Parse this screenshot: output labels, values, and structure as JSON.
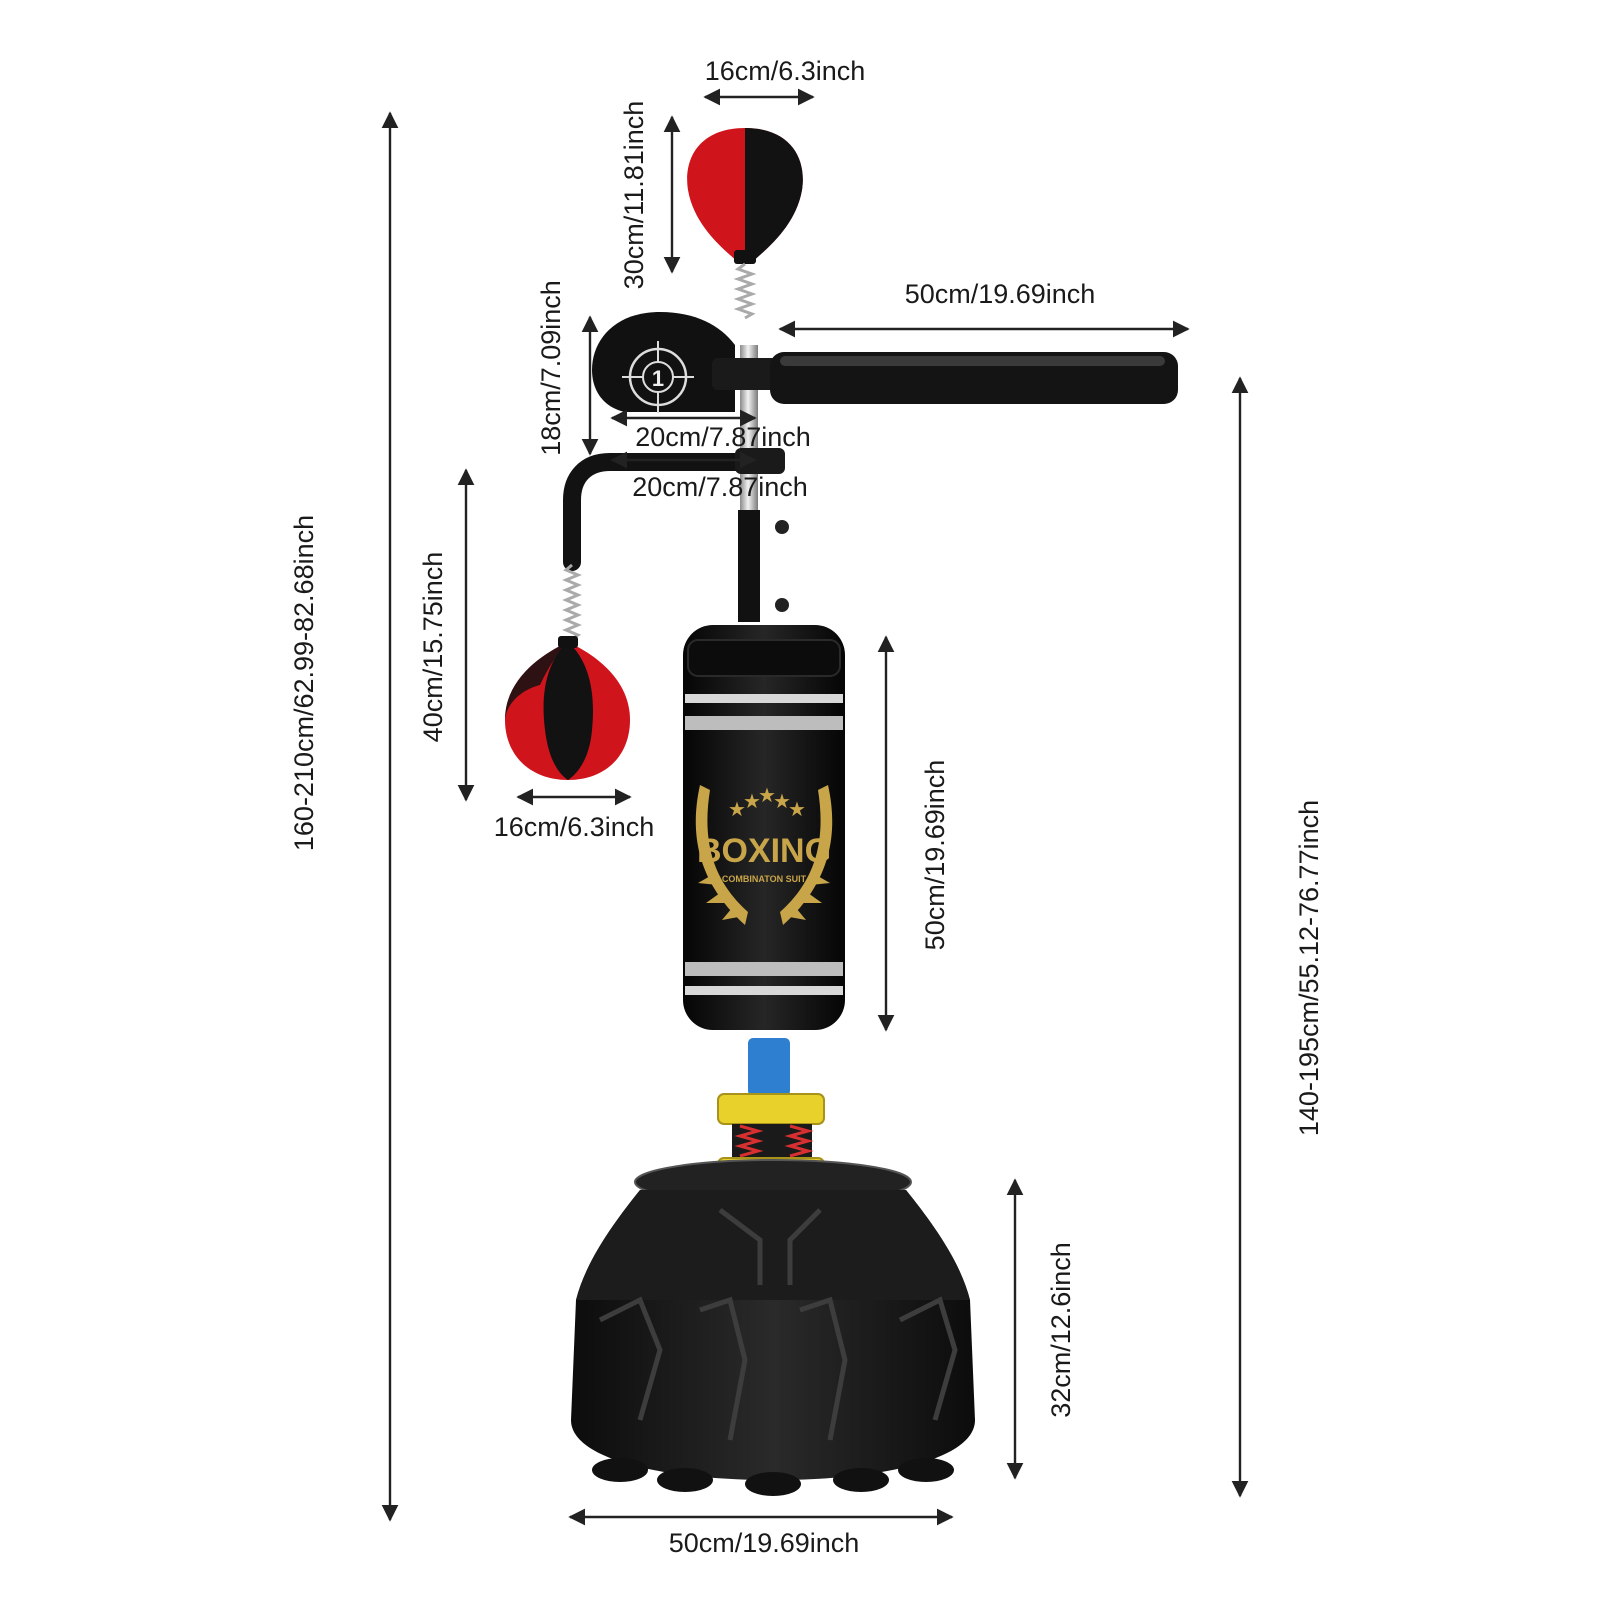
{
  "diagram": {
    "labels": {
      "top_ball_width": "16cm/6.3inch",
      "top_ball_height": "30cm/11.81inch",
      "bar_length": "50cm/19.69inch",
      "pad_height": "18cm/7.09inch",
      "pad_width": "20cm/7.87inch",
      "arm_width": "20cm/7.87inch",
      "hanging_ball_height": "40cm/15.75inch",
      "hanging_ball_width": "16cm/6.3inch",
      "bag_height": "50cm/19.69inch",
      "total_height": "160-210cm/62.99-82.68inch",
      "stand_height": "140-195cm/55.12-76.77inch",
      "base_height": "32cm/12.6inch",
      "base_width": "50cm/19.69inch"
    },
    "target_number": "1",
    "bag_logo": {
      "title": "BOXING",
      "subtitle": "COMBINATON SUIT"
    },
    "colors": {
      "ball_red": "#d0141c",
      "ball_black": "#121212",
      "logo_gold": "#c9a54a",
      "spring_blue": "#2f7fd1",
      "mount_yellow": "#e8d12a"
    }
  }
}
